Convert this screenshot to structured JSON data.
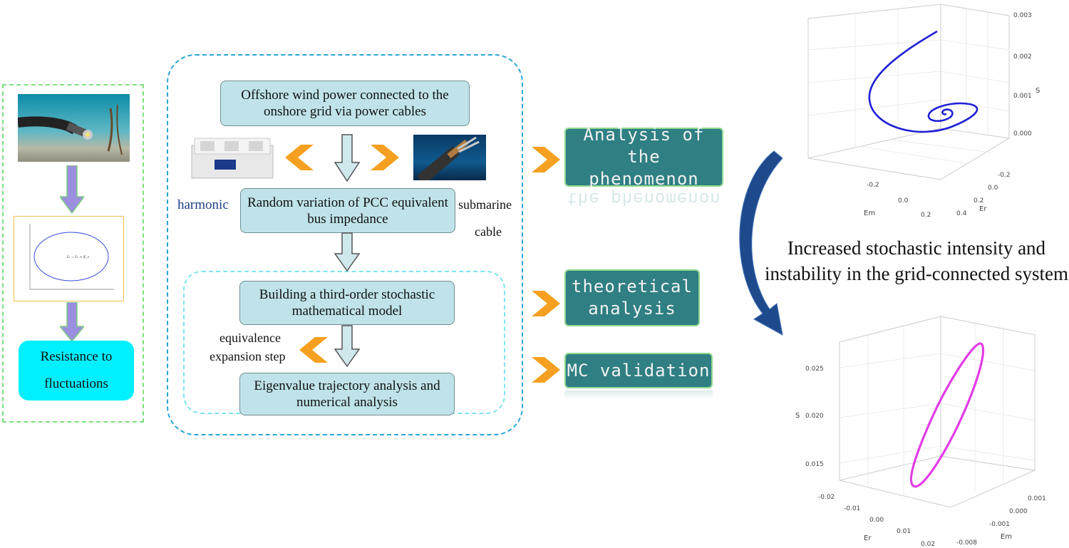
{
  "left_panel": {
    "result_label": "Resistance to fluctuations",
    "small_plot_equation": "E₁ = E₀ + jE_s"
  },
  "center_panel": {
    "box1": "Offshore wind power connected to the onshore grid via power cables",
    "box2": "Random variation of PCC equivalent bus impedance",
    "box3": "Building a third-order stochastic mathematical model",
    "box4": "Eigenvalue trajectory analysis and numerical analysis",
    "label_harmonic": "harmonic",
    "label_submarine": "submarine",
    "label_cable": "cable",
    "label_equivalence": "equivalence",
    "label_expansion": "expansion step"
  },
  "stages": {
    "stage1": "Analysis of the phenomenon",
    "stage1_reflect": "the phenomenon",
    "stage2": "theoretical analysis",
    "stage3": "MC validation"
  },
  "right_panel": {
    "conclusion": "Increased stochastic intensity and instability in the grid-connected system"
  },
  "plot_top": {
    "axis_s": "S",
    "axis_em": "Em",
    "axis_er": "Er",
    "s_ticks": [
      "0.003",
      "0.002",
      "0.001",
      "0.000"
    ],
    "em_ticks": [
      "-0.2",
      "0.0",
      "0.2"
    ],
    "er_ticks": [
      "-0.2",
      "0.0",
      "0.2",
      "0.4"
    ]
  },
  "plot_bottom": {
    "axis_s": "S",
    "axis_er": "Er",
    "axis_em": "Em",
    "s_ticks": [
      "0.025",
      "0.020",
      "0.015"
    ],
    "er_ticks": [
      "-0.02",
      "-0.01",
      "0.00",
      "0.01",
      "0.02"
    ],
    "em_ticks": [
      "0.001",
      "0.000",
      "-0.001",
      "-0.008"
    ]
  },
  "colors": {
    "spiral": "#1f1fd6",
    "ellipse": "#e23ce6",
    "arrow_orange": "#f5a020",
    "teal": "#2f7f83",
    "curve_arrow": "#1e4a8c"
  }
}
